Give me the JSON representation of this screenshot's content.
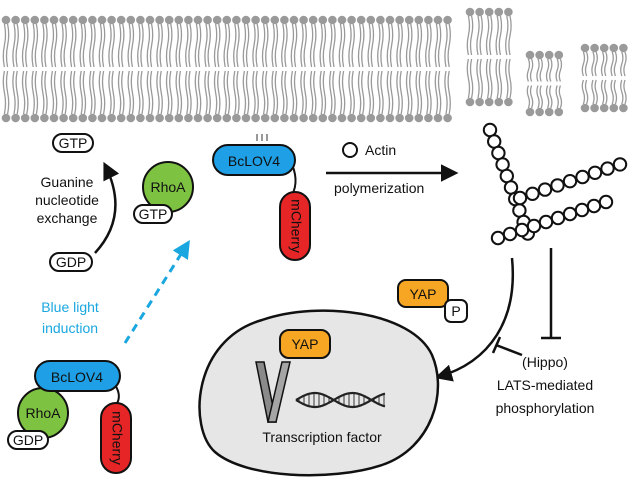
{
  "labels": {
    "gtp_top": "GTP",
    "exchange_1": "Guanine",
    "exchange_2": "nucleotide",
    "exchange_3": "exchange",
    "gdp_left": "GDP",
    "blue_1": "Blue light",
    "blue_2": "induction",
    "actin": "Actin",
    "polymerization": "polymerization",
    "hippo": "(Hippo)",
    "lats_1": "LATS-mediated",
    "lats_2": "phosphorylation",
    "transcription": "Transcription factor"
  },
  "active_complex": {
    "bclov4": "BcLOV4",
    "rhoa": "RhoA",
    "gtp": "GTP",
    "mcherry": "mCherry"
  },
  "inactive_complex": {
    "bclov4": "BcLOV4",
    "rhoa": "RhoA",
    "gdp": "GDP",
    "mcherry": "mCherry"
  },
  "yap_free": {
    "yap": "YAP",
    "p": "P"
  },
  "yap_nucleus": {
    "yap": "YAP"
  },
  "colors": {
    "bclov4": "#1e9fe6",
    "rhoa": "#7ec242",
    "mcherry": "#e52526",
    "yap": "#f6a623",
    "nucleus": "#e6e6e6",
    "blue_text": "#1aa7e0",
    "membrane": "#9a9a9a"
  }
}
